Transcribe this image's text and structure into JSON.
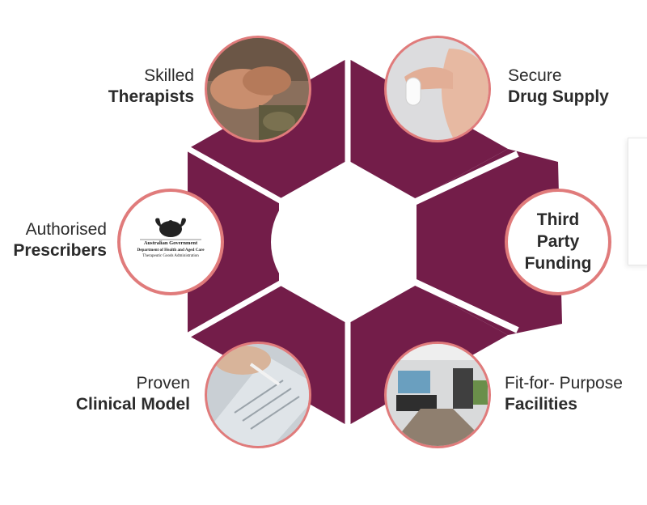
{
  "colors": {
    "segment": "#731d49",
    "ring": "#e07b7b",
    "divider": "#ffffff"
  },
  "items": [
    {
      "id": "therapists",
      "line1": "Skilled",
      "line2": "Therapists",
      "image": "hands-photo"
    },
    {
      "id": "drug-supply",
      "line1": "Secure",
      "line2": "Drug Supply",
      "image": "capsule-photo"
    },
    {
      "id": "funding",
      "lines": [
        "Third",
        "Party",
        "Funding"
      ]
    },
    {
      "id": "facilities",
      "line1": "Fit-for- Purpose",
      "line2": "Facilities",
      "image": "clinic-photo"
    },
    {
      "id": "clinical-model",
      "line1": "Proven",
      "line2": "Clinical Model",
      "image": "tablet-photo"
    },
    {
      "id": "prescribers",
      "line1": "Authorised",
      "line2": "Prescribers",
      "image": "government-logo"
    }
  ],
  "logo": {
    "line1": "Australian Government",
    "line2": "Department of Health and Aged Care",
    "line3": "Therapeutic Goods Administration"
  }
}
